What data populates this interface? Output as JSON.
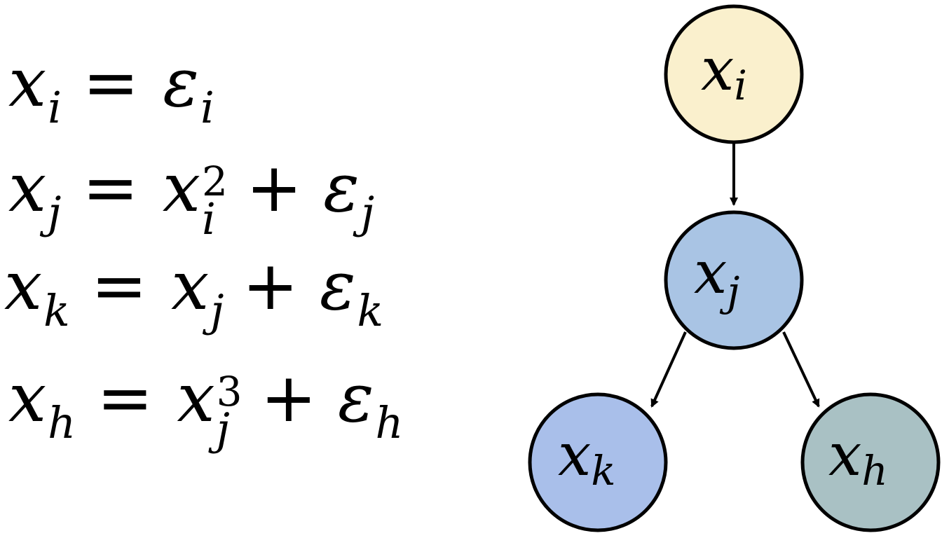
{
  "equations": [
    {
      "lhs_var": "x",
      "lhs_sub": "i",
      "eq": "=",
      "rhs": [
        {
          "var": "ε",
          "sub": "i"
        }
      ]
    },
    {
      "lhs_var": "x",
      "lhs_sub": "j",
      "eq": "=",
      "rhs": [
        {
          "var": "x",
          "sup": "2",
          "sub": "i"
        },
        {
          "op": "+"
        },
        {
          "var": "ε",
          "sub": "j"
        }
      ]
    },
    {
      "lhs_var": "x",
      "lhs_sub": "k",
      "eq": "=",
      "rhs": [
        {
          "var": "x",
          "sub": "j"
        },
        {
          "op": "+"
        },
        {
          "var": "ε",
          "sub": "k"
        }
      ]
    },
    {
      "lhs_var": "x",
      "lhs_sub": "h",
      "eq": "=",
      "rhs": [
        {
          "var": "x",
          "sup": "3",
          "sub": "j"
        },
        {
          "op": "+"
        },
        {
          "var": "ε",
          "sub": "h"
        }
      ]
    }
  ],
  "graph": {
    "nodes": [
      {
        "id": "xi",
        "var": "x",
        "sub": "i",
        "fill": "#faf0cd"
      },
      {
        "id": "xj",
        "var": "x",
        "sub": "j",
        "fill": "#a9c4e4"
      },
      {
        "id": "xk",
        "var": "x",
        "sub": "k",
        "fill": "#a9bfea"
      },
      {
        "id": "xh",
        "var": "x",
        "sub": "h",
        "fill": "#a9c1c4"
      }
    ],
    "edges": [
      {
        "from": "xi",
        "to": "xj"
      },
      {
        "from": "xj",
        "to": "xk"
      },
      {
        "from": "xj",
        "to": "xh"
      }
    ],
    "stroke_color": "#000000"
  }
}
